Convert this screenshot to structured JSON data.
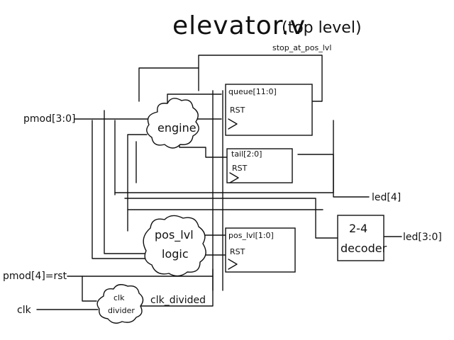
{
  "diagram": {
    "title": "elevator.v",
    "subtitle": "(top level)",
    "signal_stop": "stop_at_pos_lvl",
    "registers": {
      "queue": {
        "name": "queue[11:0]",
        "reset": "RST"
      },
      "tail": {
        "name": "tail[2:0]",
        "reset": "RST"
      },
      "pos_lvl": {
        "name": "pos_lvl[1:0]",
        "reset": "RST"
      }
    },
    "blocks": {
      "engine": "engine",
      "pos_logic_line1": "pos_lvl",
      "pos_logic_line2": "logic",
      "clk_div_line1": "clk",
      "clk_div_line2": "divider",
      "decoder_line1": "2-4",
      "decoder_line2": "decoder"
    },
    "inputs": {
      "pmod": "pmod[3:0]",
      "rst": "pmod[4]=rst",
      "clk": "clk"
    },
    "outputs": {
      "led4": "led[4]",
      "led30": "led[3:0]"
    },
    "signal_clk_divided": "clk_divided"
  }
}
